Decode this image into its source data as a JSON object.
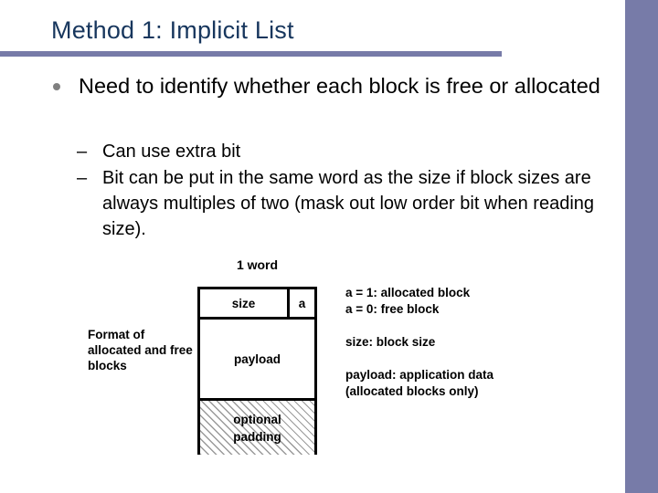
{
  "slide": {
    "title": "Method 1: Implicit List",
    "accent_color": "#777ba8",
    "title_color": "#17365d",
    "bullets": [
      {
        "marker": "bullet-dot",
        "text": "Need to identify whether each block is free or allocated",
        "sub_bullets": [
          {
            "dash": "–",
            "text": "Can use extra bit"
          },
          {
            "dash": "–",
            "text": "Bit can be put in the same word as the size if block sizes are always multiples of two (mask out low order bit when reading size)."
          }
        ]
      }
    ]
  },
  "diagram": {
    "word_label": "1 word",
    "format_label_lines": "Format of allocated and free blocks",
    "blocks": {
      "size_cell": "size",
      "flag_cell": "a",
      "payload_cell": "payload",
      "padding_line_1": "optional",
      "padding_line_2": "padding"
    },
    "legend": {
      "allocated_line": "a = 1: allocated block",
      "free_line": "a = 0: free block",
      "size_line": "size: block size",
      "payload_line_1": "payload: application data",
      "payload_line_2": "(allocated blocks only)"
    }
  }
}
